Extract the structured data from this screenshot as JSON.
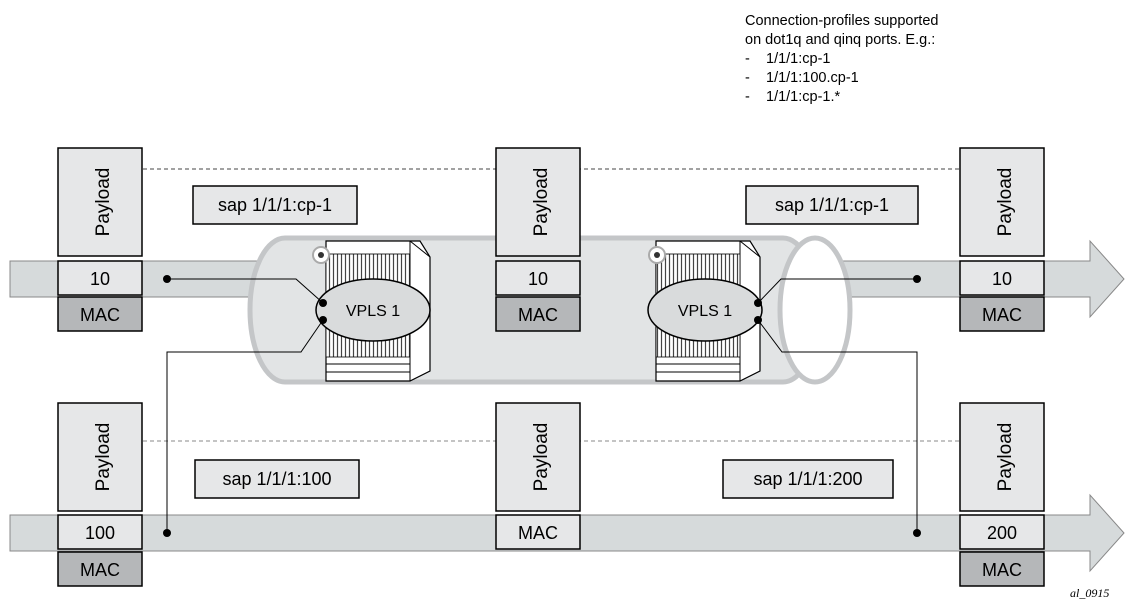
{
  "note": {
    "lines": [
      "Connection-profiles supported",
      "on dot1q and qinq ports. E.g.:"
    ],
    "bullets": [
      "1/1/1:cp-1",
      "1/1/1:100.cp-1",
      "1/1/1:cp-1.*"
    ],
    "bullet_marker": "-"
  },
  "top_flow": {
    "left_frame": {
      "payload": "Payload",
      "tag": "10",
      "mac": "MAC"
    },
    "mid_frame": {
      "payload": "Payload",
      "tag": "10",
      "mac": "MAC"
    },
    "right_frame": {
      "payload": "Payload",
      "tag": "10",
      "mac": "MAC"
    },
    "sap_left": "sap 1/1/1:cp-1",
    "sap_right": "sap 1/1/1:cp-1"
  },
  "bottom_flow": {
    "left_frame": {
      "payload": "Payload",
      "tag": "100",
      "mac": "MAC"
    },
    "mid_frame": {
      "payload": "Payload",
      "mac": "MAC"
    },
    "right_frame": {
      "payload": "Payload",
      "tag": "200",
      "mac": "MAC"
    },
    "sap_left": "sap 1/1/1:100",
    "sap_right": "sap 1/1/1:200"
  },
  "routers": [
    {
      "label": "VPLS 1"
    },
    {
      "label": "VPLS 1"
    }
  ],
  "credit": "al_0915",
  "colors": {
    "flow_fill": "#d6dadb",
    "frame_light": "#e6e7e8",
    "frame_dark": "#b5b7b9",
    "tunnel": "#e2e4e5"
  }
}
